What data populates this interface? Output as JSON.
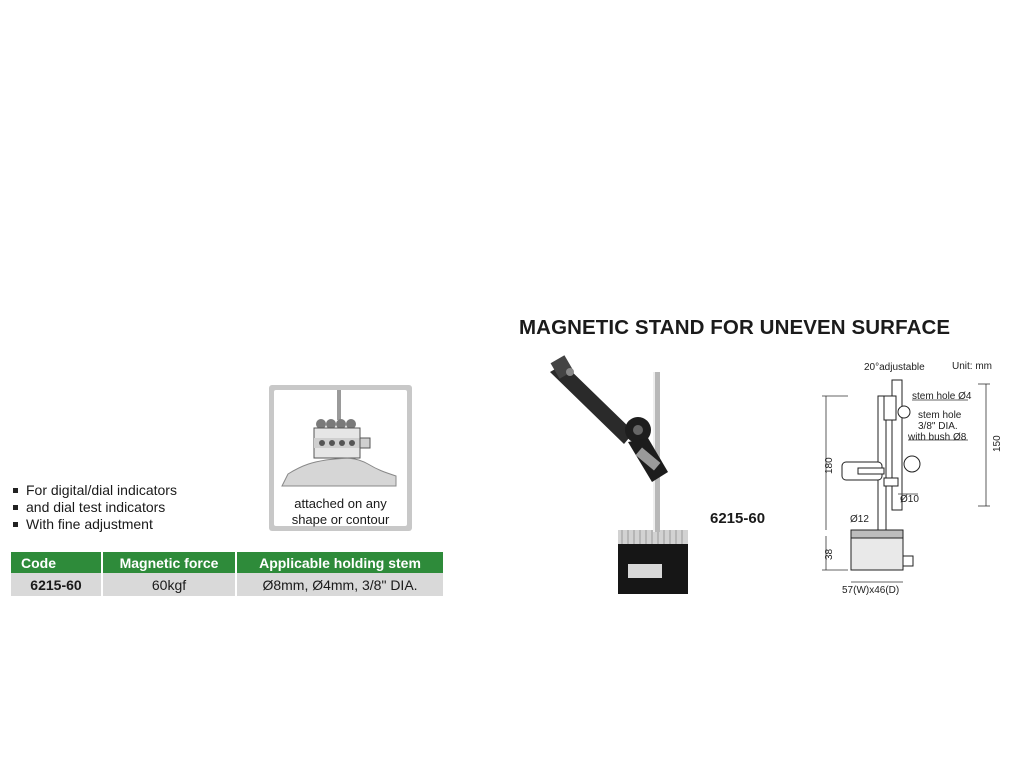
{
  "title": "MAGNETIC STAND FOR UNEVEN SURFACE",
  "features": [
    "For digital/dial indicators",
    "and dial test indicators",
    "With fine adjustment"
  ],
  "contour_caption": [
    "attached on any",
    "shape or contour"
  ],
  "table": {
    "headers": [
      "Code",
      "Magnetic force",
      "Applicable holding stem"
    ],
    "rows": [
      [
        "6215-60",
        "60kgf",
        "Ø8mm, Ø4mm, 3/8\" DIA."
      ]
    ]
  },
  "product_code": "6215-60",
  "drawing": {
    "unit": "Unit: mm",
    "adjustable": "20°adjustable",
    "stem_hole_4": "stem hole Ø4",
    "stem_hole_38": "stem hole",
    "stem_hole_38_b": "3/8\" DIA.",
    "with_bush": "with bush Ø8",
    "d10": "Ø10",
    "d12": "Ø12",
    "h150": "150",
    "h180": "180",
    "h38": "38",
    "base_size": "57(W)x46(D)"
  },
  "colors": {
    "header_green": "#2e8b3a",
    "row_gray": "#d9d9d9"
  }
}
